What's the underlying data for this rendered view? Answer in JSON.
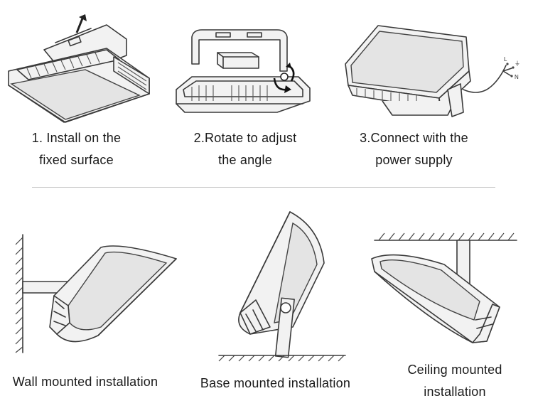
{
  "steps": [
    {
      "line1": "1. Install on the",
      "line2": "fixed surface"
    },
    {
      "line1": "2.Rotate to adjust",
      "line2": "the angle"
    },
    {
      "line1": "3.Connect with the",
      "line2": "power supply"
    }
  ],
  "wire_labels": {
    "l": "L",
    "e": "⏚",
    "n": "N"
  },
  "mounts": [
    {
      "line1": "Wall mounted installation",
      "line2": ""
    },
    {
      "line1": "Base mounted installation",
      "line2": ""
    },
    {
      "line1": "Ceiling mounted",
      "line2": "installation"
    }
  ],
  "colors": {
    "ink": "#1a1a1a",
    "line": "#3a3a3a",
    "lens": "#e4e4e4",
    "divider": "#c8c8c8"
  }
}
